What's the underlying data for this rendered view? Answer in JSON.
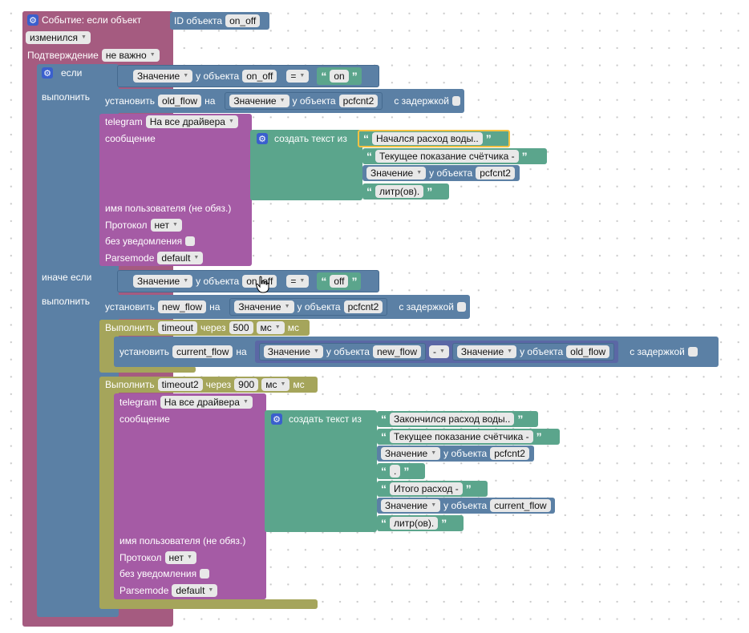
{
  "event": {
    "title": "Событие: если объект",
    "id_label": "ID объекта",
    "id_value": "on_off",
    "changed": "изменился",
    "confirm_label": "Подтверждение",
    "confirm_value": "не важно"
  },
  "if_block": {
    "if_label": "если",
    "do_label": "выполнить",
    "elseif_label": "иначе если",
    "do2_label": "выполнить"
  },
  "cond1": {
    "value_dd": "Значение",
    "of_object": "у объекта",
    "obj": "on_off",
    "op": "=",
    "text": "on"
  },
  "set1": {
    "set_label": "установить",
    "var": "old_flow",
    "to_label": "на",
    "value_dd": "Значение",
    "of_object": "у объекта",
    "obj": "pcfcnt2",
    "delay_label": "с задержкой"
  },
  "tg1": {
    "telegram": "telegram",
    "driver": "На все драйвера",
    "message": "сообщение",
    "create_text": "создать текст из",
    "t1": "Начался расход воды..",
    "t2": "Текущее показание счётчика -",
    "value_dd": "Значение",
    "of_object": "у объекта",
    "obj": "pcfcnt2",
    "t3": "литр(ов).",
    "user": "имя пользователя (не обяз.)",
    "protocol_label": "Протокол",
    "protocol": "нет",
    "silent": "без уведомления",
    "parsemode_label": "Parsemode",
    "parsemode": "default"
  },
  "cond2": {
    "value_dd": "Значение",
    "of_object": "у объекта",
    "obj": "on_off",
    "op": "=",
    "text": "off"
  },
  "set2": {
    "set_label": "установить",
    "var": "new_flow",
    "to_label": "на",
    "value_dd": "Значение",
    "of_object": "у объекта",
    "obj": "pcfcnt2",
    "delay_label": "с задержкой"
  },
  "timeout1": {
    "run_label": "Выполнить",
    "name": "timeout",
    "after": "через",
    "ms_value": "500",
    "unit_dd": "мс",
    "unit": "мс"
  },
  "set3": {
    "set_label": "установить",
    "var": "current_flow",
    "to_label": "на",
    "value_dd_a": "Значение",
    "of_object_a": "у объекта",
    "obj_a": "new_flow",
    "op": "-",
    "value_dd_b": "Значение",
    "of_object_b": "у объекта",
    "obj_b": "old_flow",
    "delay_label": "с задержкой"
  },
  "timeout2": {
    "run_label": "Выполнить",
    "name": "timeout2",
    "after": "через",
    "ms_value": "900",
    "unit_dd": "мс",
    "unit": "мс"
  },
  "tg2": {
    "telegram": "telegram",
    "driver": "На все драйвера",
    "message": "сообщение",
    "create_text": "создать текст из",
    "t1": "Закончился расход воды..",
    "t2": "Текущее показание счётчика -",
    "value_dd": "Значение",
    "of_object": "у объекта",
    "obj": "pcfcnt2",
    "t3": ".",
    "t4": "Итого расход -",
    "value_dd2": "Значение",
    "of_object2": "у объекта",
    "obj2": "current_flow",
    "t5": "литр(ов).",
    "user": "имя пользователя (не обяз.)",
    "protocol_label": "Протокол",
    "protocol": "нет",
    "silent": "без уведомления",
    "parsemode_label": "Parsemode",
    "parsemode": "default"
  },
  "colors": {
    "event": "#a55b80",
    "logic": "#5b80a5",
    "telegram": "#a55ba5",
    "text": "#5ba58c",
    "timeout": "#a5a55b",
    "gear": "#3a5fcd"
  }
}
